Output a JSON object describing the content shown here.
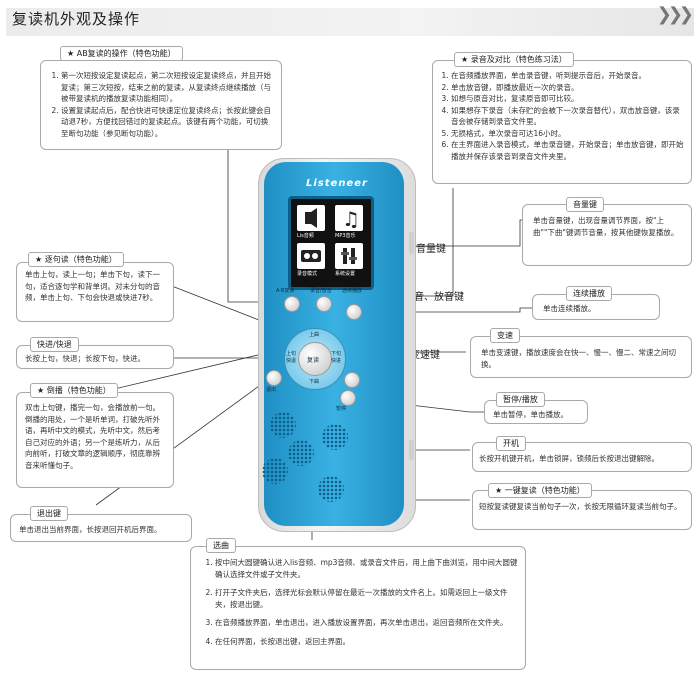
{
  "header": {
    "title": "复读机外观及操作",
    "chevrons": "❯❯❯"
  },
  "ab_repeat": {
    "title": "★ AB复读的操作（特色功能）",
    "items": [
      "第一次短按设定复读起点，第二次短按设定复读终点，并且开始复读；第三次短按，结束之前的复读，从复读终点继续播放（与被带复读机的播放复读功能相同）。",
      "设置复读起点后，配合快进可快速定位复读终点；长按此键会自动退7秒，方便找回错过的复读起点。该键有两个功能，可切换至断句功能（参见断句功能）。"
    ]
  },
  "record_compare": {
    "title": "★ 录音及对比（特色练习法）",
    "items": [
      "在音频播放界面，单击录音键，听到提示音后，开始录音。",
      "单击放音键，即播放最近一次的录音。",
      "如想与原音对比，复读原音即可比较。",
      "如果想存下录音（未存贮的会被下一次录音替代），双击放音键，该录音会被存储到录音文件里。",
      "无损格式，单次录音可达16小时。",
      "在主界面进入录音模式，单击录音键，开始录音；单击放音键，即开始播放并保存该录音到录音文件夹里。"
    ]
  },
  "volume": {
    "title": "音量键",
    "text": "单击音量键，出现音量调节界面，按\"上曲\"\"下曲\"键调节音量，按其他键恢复播放。",
    "label": "音量键"
  },
  "rec_play_label": "录音、放音键",
  "continuous": {
    "title": "连续播放",
    "text": "单击连续播放。"
  },
  "speed": {
    "title": "变速",
    "text": "单击变速键，播放速度会在快一、慢一、慢二、常速之间切换。",
    "label": "变速键"
  },
  "pause": {
    "title": "暂停/播放",
    "text": "单击暂停，单击播放。"
  },
  "power": {
    "title": "开机",
    "text": "长按开机键开机，单击锁屏，锁频后长按退出键解除。"
  },
  "one_key": {
    "title": "★ 一键复读（特色功能）",
    "text": "短按复读键复读当前句子一次，长按无限循环复读当前句子。"
  },
  "sentence": {
    "title": "★ 逐句读（特色功能）",
    "text": "单击上句，读上一句；单击下句，读下一句，适合逐句学和背单词。对未分句的音频，单击上句、下句会快退或快进7秒。"
  },
  "ff": {
    "title": "快进/快退",
    "text": "长按上句，快退；长按下句，快进。"
  },
  "rewind": {
    "title": "★ 倒播（特色功能）",
    "text": "双击上句键，播完一句，会播放前一句。倒播的用处，一个是听单词，打破先听外语，再听中文的模式，先听中文，然后考自己对应的外语；另一个是练听力，从后向前听，打破文章的逻辑顺序，彻底靠辨音来听懂句子。"
  },
  "exit": {
    "title": "退出键",
    "text": "单击退出当前界面，长按退回开机后界面。"
  },
  "select": {
    "title": "选曲",
    "items": [
      "按中间大圆键确认进入lis音频、mp3音频、或录音文件后，用上曲下曲浏览，用中间大圆键确认选择文件或子文件夹。",
      "打开子文件夹后，选择光标会默认停留在最近一次播放的文件名上。如需返回上一级文件夹，按退出键。",
      "在音频播放界面，单击退出，进入播放设置界面，再次单击退出，返回音频所在文件夹。",
      "在任何界面，长按退出键，返回主界面。"
    ]
  },
  "device": {
    "brand": "Listeneer",
    "screen_items": [
      "Lis音频",
      "MP3音乐",
      "录音模式",
      "系统设置"
    ],
    "buttons": {
      "ab": "A·B复读",
      "record": "录音",
      "playrec": "放音",
      "continuous": "连续播放",
      "up": "上曲",
      "prev": "上句",
      "prev2": "快退",
      "next": "下句",
      "next2": "快进",
      "center": "复读",
      "down": "下曲",
      "exit": "退出",
      "speed": "变速",
      "pause": "暂停"
    }
  }
}
